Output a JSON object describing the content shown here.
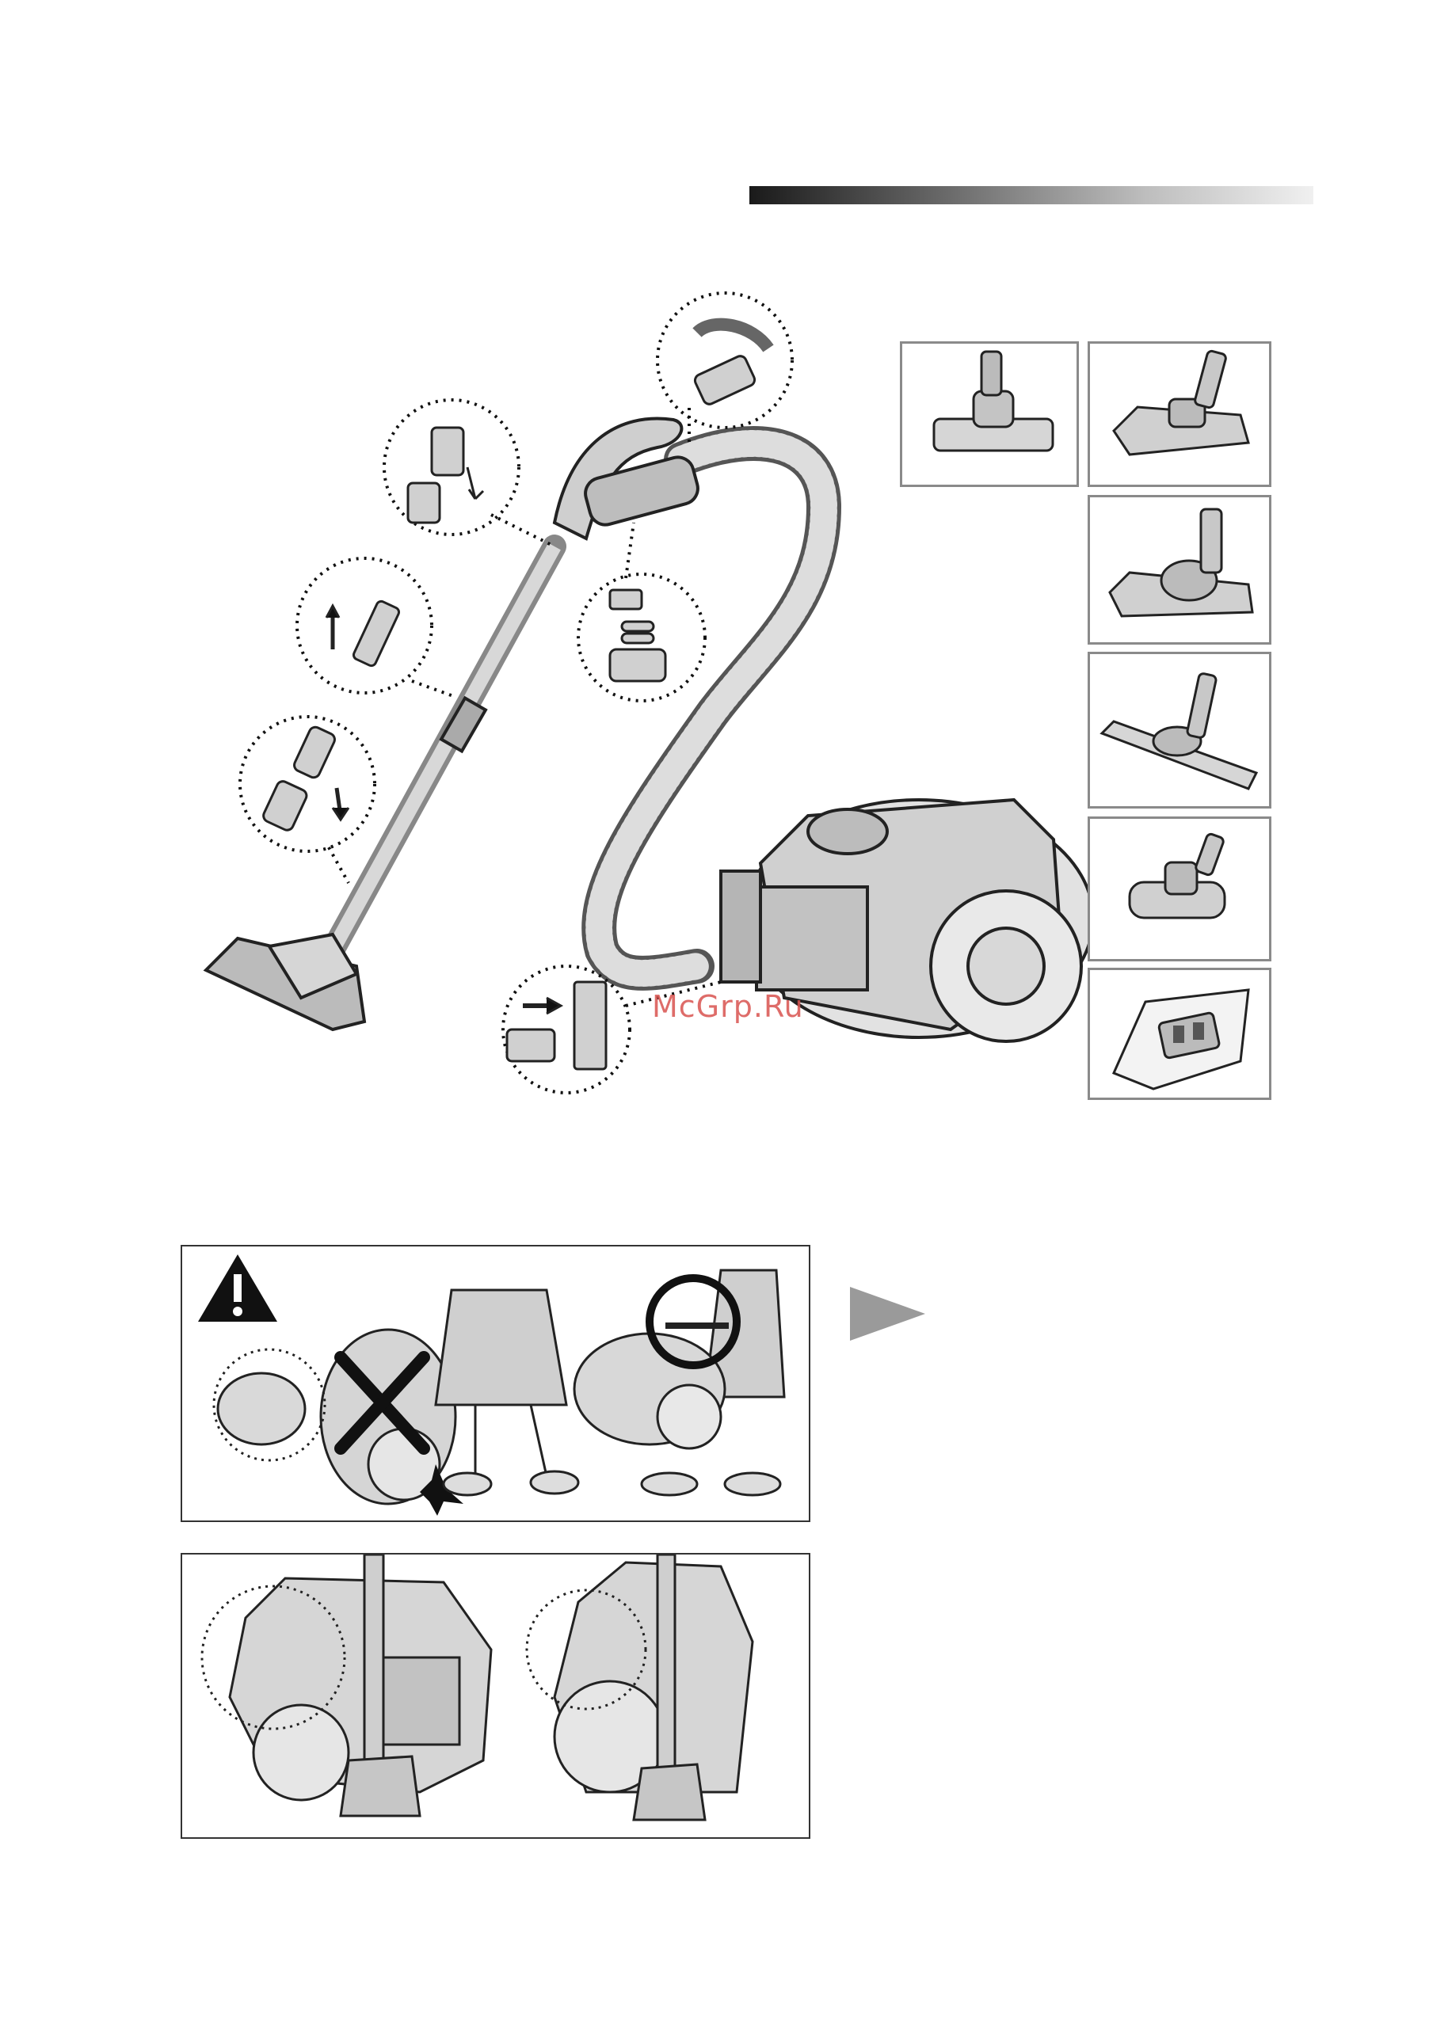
{
  "header": {
    "accent_gradient": [
      "#1a1a1a",
      "#f0f0f0"
    ]
  },
  "watermark": {
    "text": "McGrp.Ru",
    "color": "#d9534f"
  },
  "main_figure": {
    "icons": [
      "hose-coupling-icon",
      "handle-pipe-icon",
      "telescopic-pipe-icon",
      "pipe-join-icon",
      "battery-icon",
      "hose-inlet-icon",
      "vacuum-cleaner-body",
      "floor-brush"
    ]
  },
  "accessories": {
    "items": [
      "floor-brush-icon",
      "turbo-brush-icon",
      "two-step-brush-icon",
      "parquet-brush-icon",
      "mini-turbo-brush-icon",
      "dust-bag-icon"
    ]
  },
  "warning_panel": {
    "icons": [
      "warning-icon",
      "prohibited-x-icon",
      "correct-circle-icon"
    ]
  },
  "storage_panel": {
    "icons": [
      "storage-horizontal-icon",
      "storage-vertical-icon"
    ]
  },
  "play_arrow": {
    "color": "#9a9a9a"
  }
}
